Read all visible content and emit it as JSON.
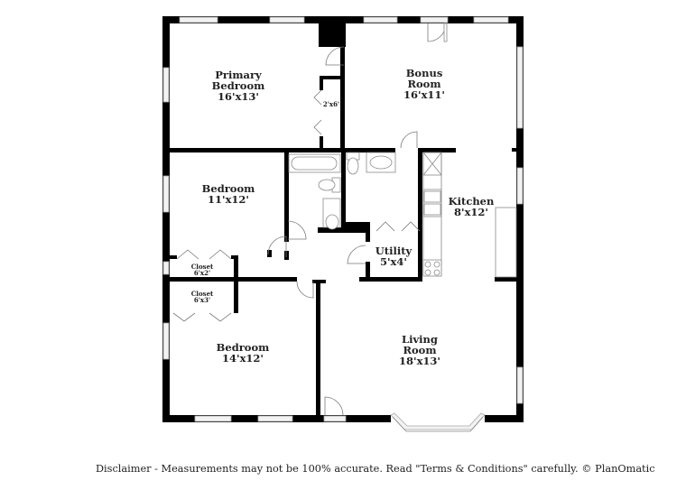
{
  "floorplan": {
    "rooms": [
      {
        "id": "primary-bedroom",
        "name_line1": "Primary",
        "name_line2": "Bedroom",
        "size": "16'x13'"
      },
      {
        "id": "bonus-room",
        "name_line1": "Bonus",
        "name_line2": "Room",
        "size": "16'x11'"
      },
      {
        "id": "bedroom-2",
        "name_line1": "Bedroom",
        "size": "11'x12'"
      },
      {
        "id": "kitchen",
        "name_line1": "Kitchen",
        "size": "8'x12'"
      },
      {
        "id": "utility",
        "name_line1": "Utility",
        "size": "5'x4'"
      },
      {
        "id": "bedroom-3",
        "name_line1": "Bedroom",
        "size": "14'x12'"
      },
      {
        "id": "living-room",
        "name_line1": "Living",
        "name_line2": "Room",
        "size": "18'x13'"
      }
    ],
    "closets": [
      {
        "id": "primary-closet",
        "size": "2'x6'"
      },
      {
        "id": "closet-1",
        "name": "Closet",
        "size": "6'x2'"
      },
      {
        "id": "closet-2",
        "name": "Closet",
        "size": "6'x3'"
      }
    ],
    "colors": {
      "wall": "#000000",
      "window": "#f2f2f2",
      "fixture_stroke": "#8a8a8a",
      "text": "#222222"
    }
  },
  "footer": {
    "disclaimer": "Disclaimer - Measurements may not be 100% accurate. Read \"Terms & Conditions\" carefully. © PlanOmatic"
  }
}
